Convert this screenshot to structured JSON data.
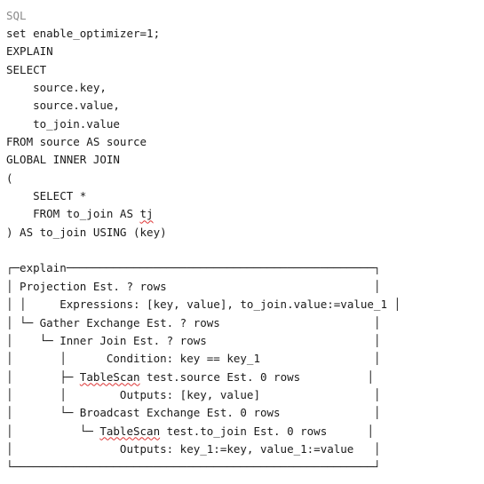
{
  "code_block": {
    "language_label": "SQL",
    "lines": [
      {
        "segments": [
          {
            "text": "set enable_optimizer=1;",
            "spell": false
          }
        ]
      },
      {
        "segments": [
          {
            "text": "EXPLAIN",
            "spell": false
          }
        ]
      },
      {
        "segments": [
          {
            "text": "SELECT",
            "spell": false
          }
        ]
      },
      {
        "segments": [
          {
            "text": "    source.key,",
            "spell": false
          }
        ]
      },
      {
        "segments": [
          {
            "text": "    source.value,",
            "spell": false
          }
        ]
      },
      {
        "segments": [
          {
            "text": "    to_join.value",
            "spell": false
          }
        ]
      },
      {
        "segments": [
          {
            "text": "FROM source AS source",
            "spell": false
          }
        ]
      },
      {
        "segments": [
          {
            "text": "GLOBAL INNER JOIN",
            "spell": false
          }
        ]
      },
      {
        "segments": [
          {
            "text": "(",
            "spell": false
          }
        ]
      },
      {
        "segments": [
          {
            "text": "    SELECT *",
            "spell": false
          }
        ]
      },
      {
        "segments": [
          {
            "text": "    FROM to_join AS ",
            "spell": false
          },
          {
            "text": "tj",
            "spell": true
          }
        ]
      },
      {
        "segments": [
          {
            "text": ") AS to_join USING (key)",
            "spell": false
          }
        ]
      },
      {
        "segments": [
          {
            "text": "",
            "spell": false
          }
        ]
      },
      {
        "segments": [
          {
            "text": "┌─explain──────────────────────────────────────────────┐",
            "spell": false
          }
        ]
      },
      {
        "segments": [
          {
            "text": "│ Projection Est. ? rows                               │",
            "spell": false
          }
        ]
      },
      {
        "segments": [
          {
            "text": "│ │     Expressions: [key, value], to_join.value:=",
            "spell": false
          },
          {
            "text": "value_1",
            "spell": false
          },
          {
            "text": " │",
            "spell": false
          }
        ]
      },
      {
        "segments": [
          {
            "text": "│ └─ Gather Exchange Est. ? rows                       │",
            "spell": false
          }
        ]
      },
      {
        "segments": [
          {
            "text": "│    └─ Inner Join Est. ? rows                         │",
            "spell": false
          }
        ]
      },
      {
        "segments": [
          {
            "text": "│       │      Condition: key == key_1                 │",
            "spell": false
          }
        ]
      },
      {
        "segments": [
          {
            "text": "│       ├─ ",
            "spell": false
          },
          {
            "text": "TableScan",
            "spell": true
          },
          {
            "text": " test.source Est. 0 rows          │",
            "spell": false
          }
        ]
      },
      {
        "segments": [
          {
            "text": "│       │        Outputs: [key, value]                 │",
            "spell": false
          }
        ]
      },
      {
        "segments": [
          {
            "text": "│       └─ Broadcast Exchange Est. 0 rows              │",
            "spell": false
          }
        ]
      },
      {
        "segments": [
          {
            "text": "│          └─ ",
            "spell": false
          },
          {
            "text": "TableScan",
            "spell": true
          },
          {
            "text": " test.to_join Est. 0 rows      │",
            "spell": false
          }
        ]
      },
      {
        "segments": [
          {
            "text": "│                Outputs: key_1:=key, value_1:=value   │",
            "spell": false
          }
        ]
      },
      {
        "segments": [
          {
            "text": "└──────────────────────────────────────────────────────┘",
            "spell": false
          }
        ]
      }
    ]
  }
}
